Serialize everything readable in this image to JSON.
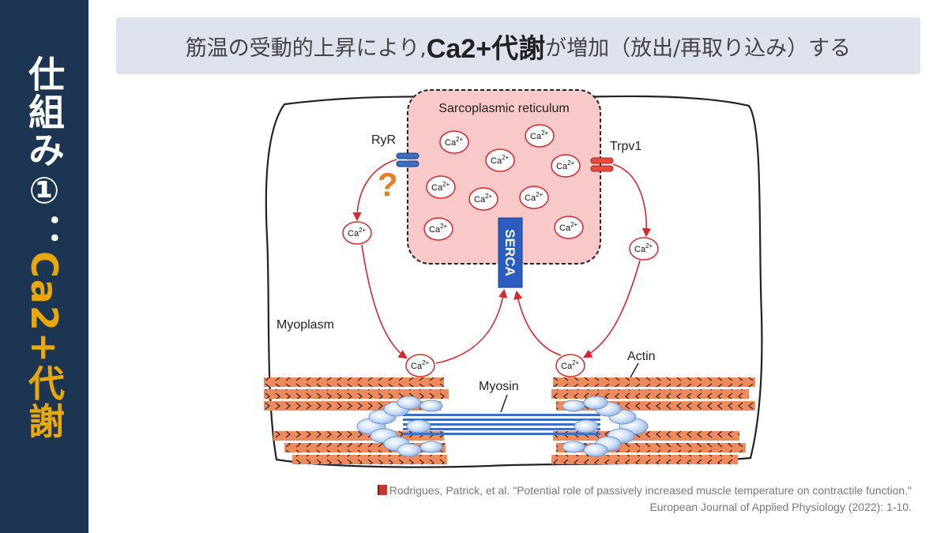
{
  "sidebar": {
    "title_part1": "仕組み①：",
    "title_part2": "Ca2+代謝Up"
  },
  "header": {
    "text_before": "筋温の受動的上昇により,",
    "text_strong": "Ca2+代謝",
    "text_after": "が増加（放出/再取り込み）する"
  },
  "diagram": {
    "sr_label": "Sarcoplasmic reticulum",
    "ryr_label": "RyR",
    "trpv1_label": "Trpv1",
    "serca_label": "SERCA",
    "myoplasm_label": "Myoplasm",
    "actin_label": "Actin",
    "myosin_label": "Myosin",
    "ion_label": "Ca",
    "ion_charge": "2+",
    "question_mark": "?"
  },
  "citation": {
    "line1": "Rodrigues, Patrick, et al. \"Potential role of passively increased muscle temperature on contractile function.\"",
    "line2": "European Journal of Applied Physiology (2022): 1-10."
  },
  "colors": {
    "sidebar_bg": "#1b3553",
    "accent_gold": "#e8a60f",
    "sr_fill": "#f9c9c9",
    "arrow_red": "#d9262c",
    "serca_blue": "#2a5dbf",
    "myosin_blue": "#3c6fc4"
  }
}
